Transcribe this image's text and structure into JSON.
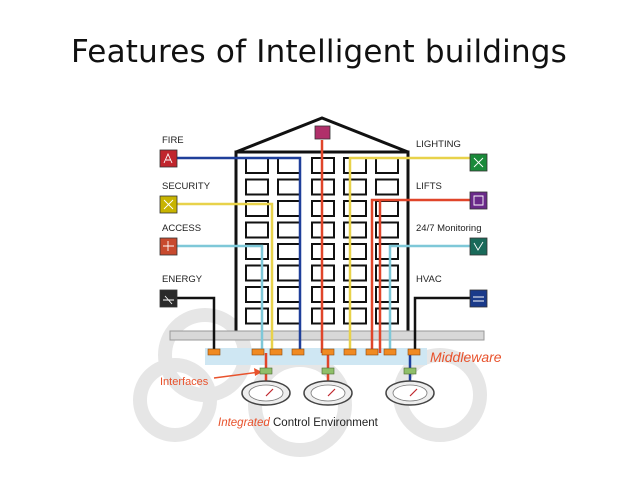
{
  "slide": {
    "title": "Features of Intelligent buildings"
  },
  "systems": {
    "left": [
      {
        "label": "FIRE",
        "icon": "fire-icon",
        "color": "#c0262d"
      },
      {
        "label": "SECURITY",
        "icon": "security-icon",
        "color": "#c8b400"
      },
      {
        "label": "ACCESS",
        "icon": "access-icon",
        "color": "#c84a2e"
      },
      {
        "label": "ENERGY",
        "icon": "energy-icon",
        "color": "#222222"
      }
    ],
    "right": [
      {
        "label": "LIGHTING",
        "icon": "lighting-icon",
        "color": "#1a8a3a"
      },
      {
        "label": "LIFTS",
        "icon": "lifts-icon",
        "color": "#6a2a8a"
      },
      {
        "label": "24/7 Monitoring",
        "icon": "monitoring-icon",
        "color": "#1a6a5a"
      },
      {
        "label": "HVAC",
        "icon": "hvac-icon",
        "color": "#1a3a8a"
      }
    ]
  },
  "layers": {
    "middleware": "Middleware",
    "interfaces": "Interfaces",
    "environment_prefix": "Integrated",
    "environment_suffix": " Control Environment"
  },
  "colors": {
    "fire": "#1f3f9a",
    "security": "#e8d24a",
    "access": "#7ec8d8",
    "energy": "#111111",
    "lifts": "#e0452a",
    "interface": "#f08a22",
    "middleware_band": "#cfe7f3"
  }
}
